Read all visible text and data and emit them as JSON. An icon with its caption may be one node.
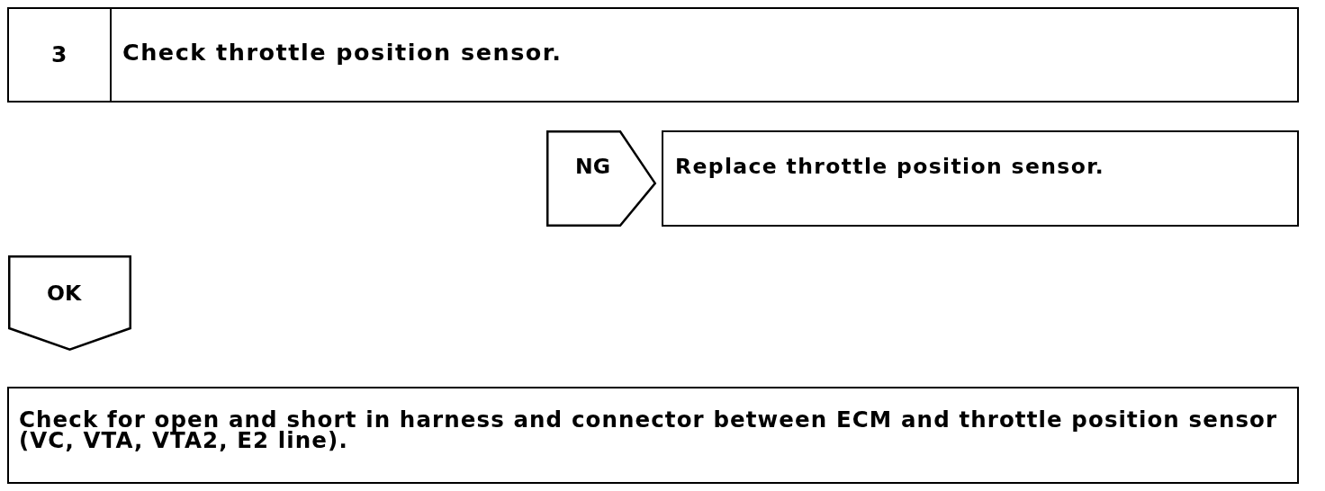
{
  "diagram": {
    "nodes": [
      {
        "text": [
          "3",
          "Check throttle position sensor."
        ]
      },
      {
        "text": [
          "NG"
        ]
      },
      {
        "text": [
          "Replace throttle position sensor."
        ]
      },
      {
        "text": [
          "OK"
        ]
      },
      {
        "text": [
          "Check for open and short in harness and connector between ECM and throttle position sensor (VC, VTA, VTA2, E2 line)."
        ]
      }
    ]
  }
}
